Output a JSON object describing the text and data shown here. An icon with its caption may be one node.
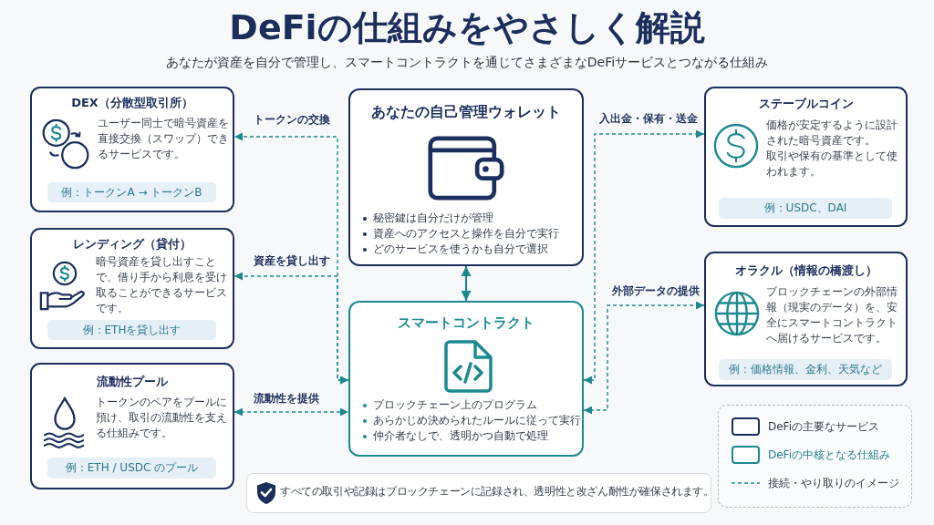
{
  "diagram": {
    "title": "DeFiの仕組みをやさしく解説",
    "nodes": [
      {
        "text": [
          "DEX（分散型取引所）",
          "ユーザー同士で暗号資産を直接交換（スワップ）できるサービスです。"
        ]
      },
      {
        "text": [
          "例：トークンA → トークンB"
        ],
        "in": 0
      },
      {
        "text": [
          "あなたの自己管理ウォレット",
          "秘密鍵は自分だけが管理",
          "資産へのアクセスと操作を自分で実行",
          "どのサービスを使うかも自分で選択"
        ]
      },
      {
        "text": [
          "ステーブルコイン",
          "価格が安定するように設計された暗号資産です。",
          "取引や保有の基準として使われます。"
        ]
      },
      {
        "text": [
          "例：USDC、DAI"
        ],
        "in": 3
      },
      {
        "text": [
          "レンディング（貸付）",
          "暗号資産を貸し出すことで、借り手から利息を受け取ることができるサービスです。"
        ]
      },
      {
        "text": [
          "例：ETHを貸し出す"
        ],
        "in": 5
      },
      {
        "text": [
          "スマートコントラクト",
          "ブロックチェーン上のプログラム",
          "あらかじめ決められたルールに従って実行",
          "仲介者なしで、透明かつ自動で処理"
        ]
      },
      {
        "text": [
          "オラクル（情報の橋渡し）",
          "ブロックチェーンの外部情報（現実のデータ）を、安全にスマートコントラクトへ届けるサービスです。"
        ]
      },
      {
        "text": [
          "例：価格情報、金利、天気など"
        ],
        "in": 8
      },
      {
        "text": [
          "流動性プール",
          "トークンのペアをプールに預け、取引の流動性を支える仕組みです。"
        ]
      },
      {
        "text": [
          "例：ETH / USDC のプール"
        ],
        "in": 10
      },
      {
        "text": [
          "すべての取引や記録はブロックチェーンに記録され、透明性と改ざん耐性が確保されます。"
        ]
      }
    ],
    "edges": [
      {
        "from": 7,
        "to": 0,
        "arrow": "both",
        "label": "トークンの交換",
        "style": "dashed"
      },
      {
        "from": 7,
        "to": 3,
        "arrow": "both",
        "label": "入出金・保有・送金",
        "style": "dashed"
      },
      {
        "from": 2,
        "to": 7,
        "arrow": "both"
      },
      {
        "from": 7,
        "to": 5,
        "arrow": "both",
        "label": "資産を貸し出す",
        "style": "dashed"
      },
      {
        "from": 7,
        "to": 8,
        "arrow": "both",
        "label": "外部データの提供",
        "style": "dashed"
      },
      {
        "from": 10,
        "to": 7,
        "arrow": "both",
        "label": "流動性を提供",
        "style": "dashed"
      }
    ],
    "labels": [
      "あなたが資産を自分で管理し、スマートコントラクトを通じてさまざまなDeFiサービスとつながる仕組み"
    ],
    "legend": [
      {
        "text": "DeFiの主要なサービス",
        "color": "#1c2e5c"
      },
      {
        "text": "DeFiの中核となる仕組み",
        "color": "#1b8a8f"
      },
      {
        "text": "接続・やり取りのイメージ"
      }
    ]
  }
}
